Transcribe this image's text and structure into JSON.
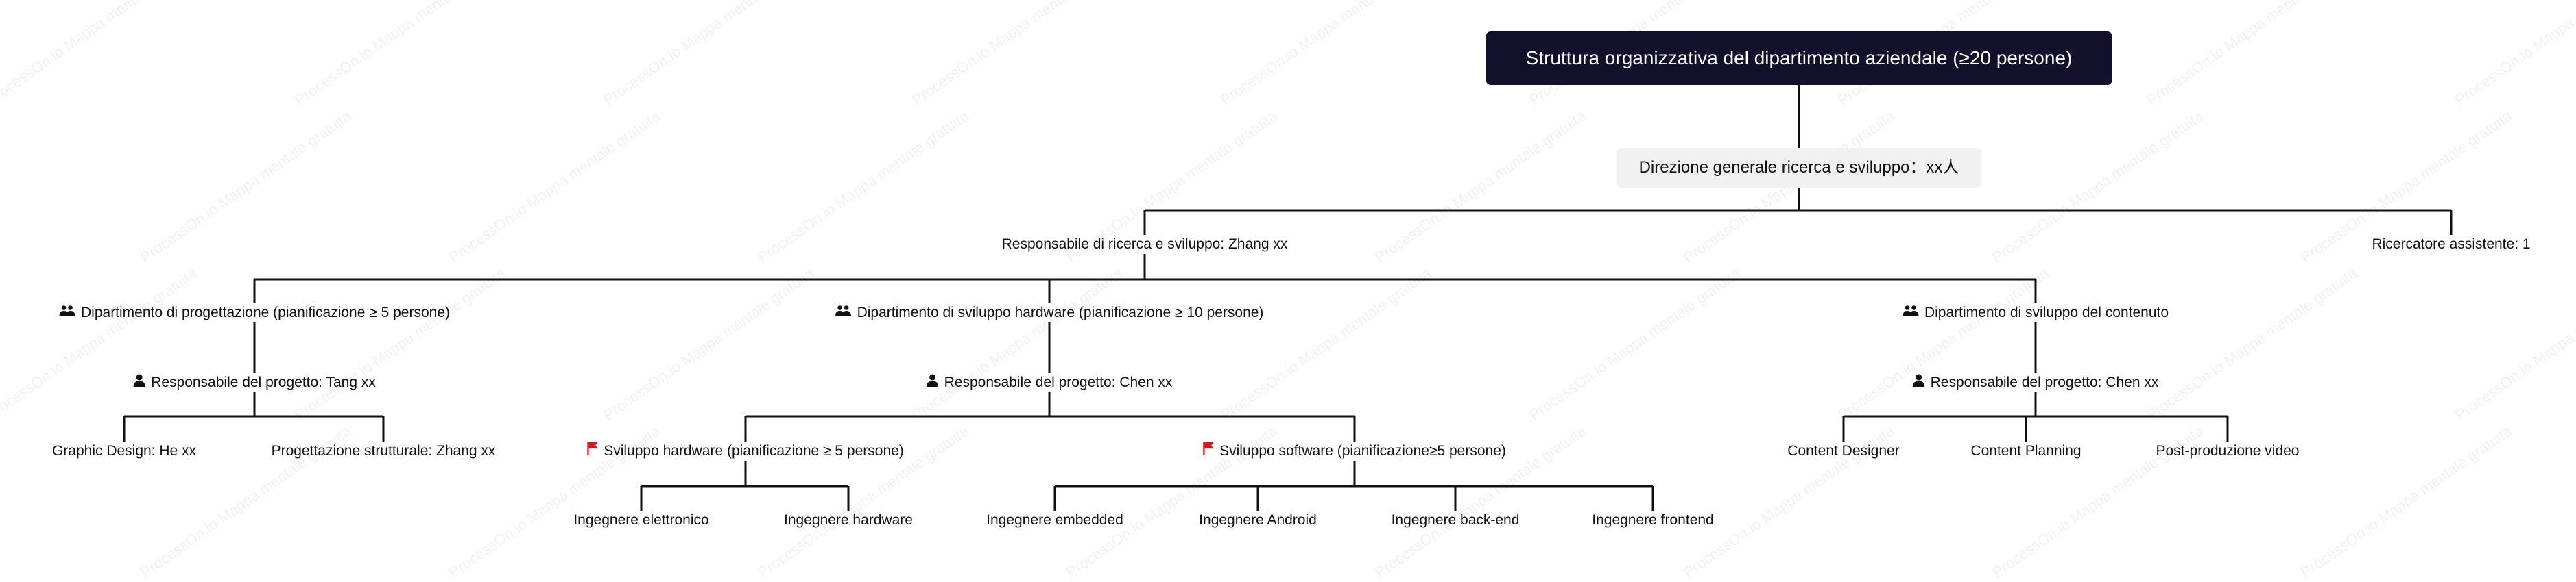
{
  "watermark": "ProcessOn.io Mappa mentale gratuita",
  "colors": {
    "root_bg": "#12102a",
    "root_text": "#ffffff",
    "line": "#111111",
    "l1_bg": "#f1f1f1",
    "flag": "#d0191e"
  },
  "tree": {
    "root": {
      "label": "Struttura organizzativa del dipartimento aziendale (≥20 persone)"
    },
    "direzione": {
      "label": "Direzione generale ricerca e sviluppo：xx人"
    },
    "resp_rd": {
      "label": "Responsabile di ricerca e sviluppo: Zhang xx"
    },
    "ricercatore": {
      "label": "Ricercatore assistente: 1"
    },
    "dip_prog": {
      "label": "Dipartimento di progettazione (pianificazione ≥ 5 persone)",
      "icon": "group-icon"
    },
    "dip_hw": {
      "label": "Dipartimento di sviluppo hardware (pianificazione ≥ 10 persone)",
      "icon": "group-icon"
    },
    "dip_cont": {
      "label": "Dipartimento di sviluppo del contenuto",
      "icon": "group-icon"
    },
    "resp_tang": {
      "label": "Responsabile del progetto: Tang xx",
      "icon": "person-icon"
    },
    "resp_chen_hw": {
      "label": "Responsabile del progetto: Chen xx",
      "icon": "person-icon"
    },
    "resp_chen_cont": {
      "label": "Responsabile del progetto: Chen xx",
      "icon": "person-icon"
    },
    "graphic": {
      "label": "Graphic Design: He xx"
    },
    "strutturale": {
      "label": "Progettazione strutturale: Zhang xx"
    },
    "svil_hw": {
      "label": "Sviluppo hardware (pianificazione ≥ 5 persone)",
      "icon": "flag-icon"
    },
    "svil_sw": {
      "label": "Sviluppo software (pianificazione≥5 persone)",
      "icon": "flag-icon"
    },
    "ing_elettr": {
      "label": "Ingegnere elettronico"
    },
    "ing_hw": {
      "label": "Ingegnere hardware"
    },
    "ing_emb": {
      "label": "Ingegnere embedded"
    },
    "ing_android": {
      "label": "Ingegnere Android"
    },
    "ing_backend": {
      "label": "Ingegnere back-end"
    },
    "ing_frontend": {
      "label": "Ingegnere frontend"
    },
    "content_designer": {
      "label": "Content Designer"
    },
    "content_planning": {
      "label": "Content Planning"
    },
    "post_prod": {
      "label": "Post-produzione video"
    }
  }
}
